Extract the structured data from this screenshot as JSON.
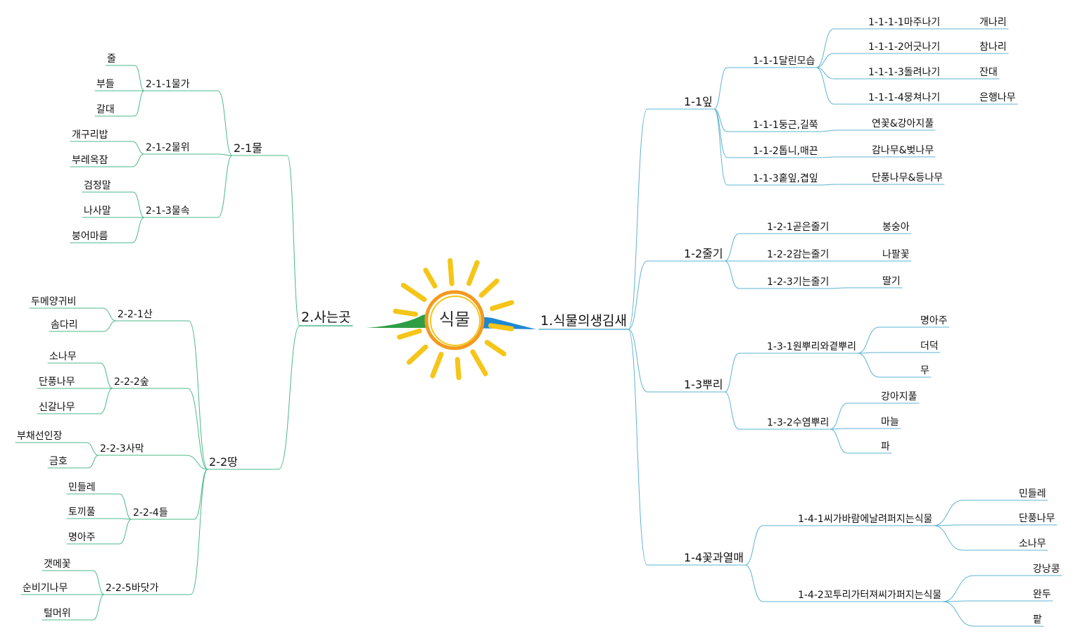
{
  "colors": {
    "branch_line": "#5fb3d3",
    "branch_line_left": "#4cb88a",
    "sun_ray": "#f5c518",
    "sun_ring": "#f29a1f",
    "hill_green": "#2e9e45",
    "hill_blue": "#1e88d2"
  },
  "center": {
    "label": "식물",
    "icon": "sun-icon"
  },
  "right": {
    "label": "1.식물의생김새",
    "children": [
      {
        "label": "1-1잎",
        "children": [
          {
            "label": "1-1-1달린모습",
            "children": [
              {
                "label": "1-1-1-1마주나기",
                "children": [
                  {
                    "label": "개나리"
                  }
                ]
              },
              {
                "label": "1-1-1-2어긋나기",
                "children": [
                  {
                    "label": "참나리"
                  }
                ]
              },
              {
                "label": "1-1-1-3돌려나기",
                "children": [
                  {
                    "label": "잔대"
                  }
                ]
              },
              {
                "label": "1-1-1-4뭉쳐나기",
                "children": [
                  {
                    "label": "은행나무"
                  }
                ]
              }
            ]
          },
          {
            "label": "1-1-1둥근,길쭉",
            "children": [
              {
                "label": "연꽃&강아지풀"
              }
            ]
          },
          {
            "label": "1-1-2톱니,매끈",
            "children": [
              {
                "label": "감나무&벚나무"
              }
            ]
          },
          {
            "label": "1-1-3홑잎,겹잎",
            "children": [
              {
                "label": "단풍나무&등나무"
              }
            ]
          }
        ]
      },
      {
        "label": "1-2줄기",
        "children": [
          {
            "label": "1-2-1곧은줄기",
            "children": [
              {
                "label": "봉숭아"
              }
            ]
          },
          {
            "label": "1-2-2감는줄기",
            "children": [
              {
                "label": "나팔꽃"
              }
            ]
          },
          {
            "label": "1-2-3기는줄기",
            "children": [
              {
                "label": "딸기"
              }
            ]
          }
        ]
      },
      {
        "label": "1-3뿌리",
        "children": [
          {
            "label": "1-3-1원뿌리와곁뿌리",
            "children": [
              {
                "label": "명아주"
              },
              {
                "label": "더덕"
              },
              {
                "label": "무"
              }
            ]
          },
          {
            "label": "1-3-2수염뿌리",
            "children": [
              {
                "label": "강아지풀"
              },
              {
                "label": "마늘"
              },
              {
                "label": "파"
              }
            ]
          }
        ]
      },
      {
        "label": "1-4꽃과열매",
        "children": [
          {
            "label": "1-4-1씨가바람에날려퍼지는식물",
            "children": [
              {
                "label": "민들레"
              },
              {
                "label": "단풍나무"
              },
              {
                "label": "소나무"
              }
            ]
          },
          {
            "label": "1-4-2꼬투리가터져씨가퍼지는식물",
            "children": [
              {
                "label": "강낭콩"
              },
              {
                "label": "완두"
              },
              {
                "label": "팥"
              }
            ]
          }
        ]
      }
    ]
  },
  "left": {
    "label": "2.사는곳",
    "children": [
      {
        "label": "2-1물",
        "children": [
          {
            "label": "2-1-1물가",
            "children": [
              {
                "label": "줄"
              },
              {
                "label": "부들"
              },
              {
                "label": "갈대"
              }
            ]
          },
          {
            "label": "2-1-2물위",
            "children": [
              {
                "label": "개구리밥"
              },
              {
                "label": "부레옥잠"
              }
            ]
          },
          {
            "label": "2-1-3물속",
            "children": [
              {
                "label": "검정말"
              },
              {
                "label": "나사말"
              },
              {
                "label": "붕어마름"
              }
            ]
          }
        ]
      },
      {
        "label": "2-2땅",
        "children": [
          {
            "label": "2-2-1산",
            "children": [
              {
                "label": "두메양귀비"
              },
              {
                "label": "솜다리"
              }
            ]
          },
          {
            "label": "2-2-2숲",
            "children": [
              {
                "label": "소나무"
              },
              {
                "label": "단풍나무"
              },
              {
                "label": "신갈나무"
              }
            ]
          },
          {
            "label": "2-2-3사막",
            "children": [
              {
                "label": "부채선인장"
              },
              {
                "label": "금호"
              }
            ]
          },
          {
            "label": "2-2-4들",
            "children": [
              {
                "label": "민들레"
              },
              {
                "label": "토끼풀"
              },
              {
                "label": "명아주"
              }
            ]
          },
          {
            "label": "2-2-5바닷가",
            "children": [
              {
                "label": "갯메꽃"
              },
              {
                "label": "순비기나무"
              },
              {
                "label": "털머위"
              }
            ]
          }
        ]
      }
    ]
  }
}
